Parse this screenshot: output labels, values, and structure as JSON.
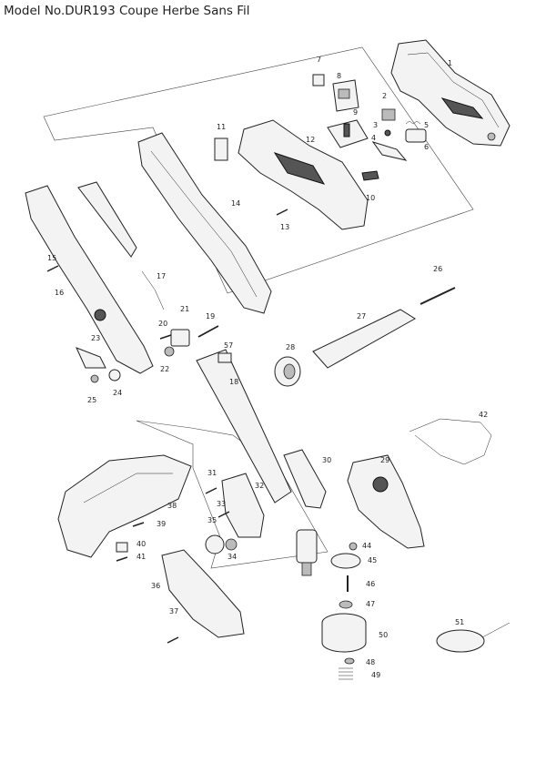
{
  "title": "Model No.DUR193 Coupe Herbe Sans Fil",
  "labels": [
    "1",
    "2",
    "3",
    "4",
    "5",
    "6",
    "7",
    "8",
    "9",
    "10",
    "11",
    "12",
    "13",
    "14",
    "15",
    "16",
    "17",
    "18",
    "19",
    "20",
    "21",
    "22",
    "23",
    "24",
    "25",
    "26",
    "27",
    "28",
    "29",
    "30",
    "31",
    "32",
    "33",
    "34",
    "35",
    "36",
    "37",
    "38",
    "39",
    "40",
    "41",
    "42",
    "44",
    "45",
    "46",
    "47",
    "48",
    "49",
    "50",
    "51",
    "57"
  ]
}
